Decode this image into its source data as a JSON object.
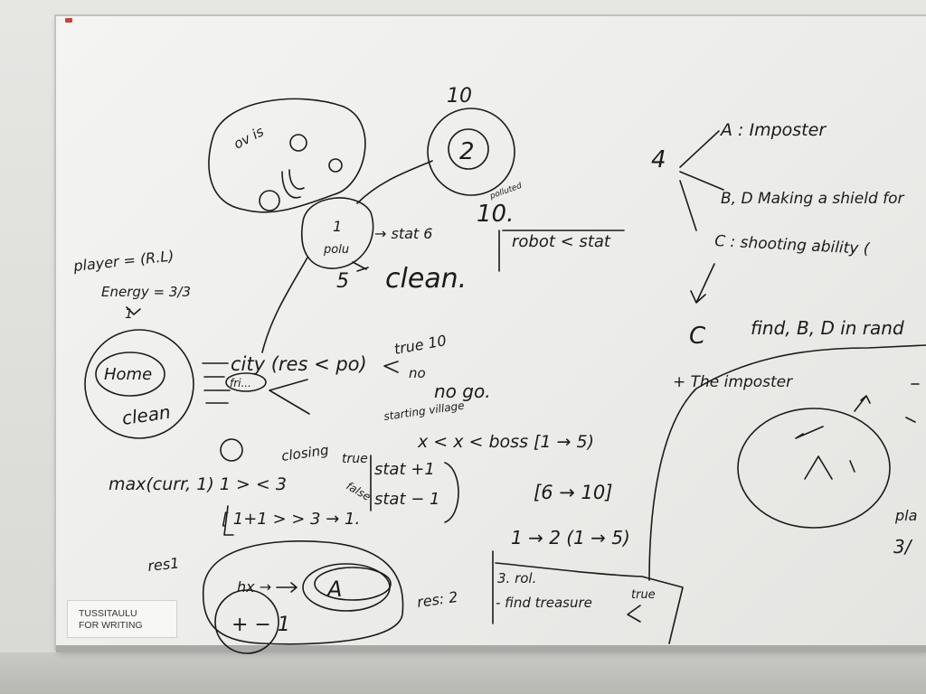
{
  "whiteboard": {
    "label": {
      "line1": "TUSSITAULU",
      "line2": "FOR WRITING"
    },
    "notes": {
      "ov_is": "ov is",
      "node_10_top": "10",
      "node_2": "2",
      "polluted": "polluted",
      "node_10_right": "10.",
      "robot_stat": "robot < stat",
      "node_1": "1",
      "polu": "polu",
      "stat6": "→ stat 6",
      "five": "5",
      "clean_top": "clean.",
      "player": "player = (R.L)",
      "energy": "Energy = 3/3",
      "one_mark": "1",
      "home": "Home",
      "clean_home": "clean",
      "city": "city (res < po)",
      "fri": "fri...",
      "true_10": "true 10",
      "no": "no",
      "no_go": "no go.",
      "starting_village": "starting village",
      "boss_range": "x < x < boss  [1 → 5)",
      "range_6_10": "[6 → 10]",
      "range_1_2": "1 → 2  (1 → 5)",
      "closing": "closing",
      "true_short": "true",
      "false_short": "false",
      "stat_plus": "stat +1",
      "stat_minus": "stat − 1",
      "max_curr": "max(curr, 1)   1 > < 3",
      "one_plus_one": "[ 1+1 > > 3 → 1.",
      "res1": "res1",
      "hx_a": "hx →",
      "a_letter": "A",
      "plus_minus_1": "+ − 1",
      "res2": "res: 2",
      "rol": "3. rol.",
      "find_treasure": "- find treasure",
      "true_small": "true",
      "four": "4",
      "a_imposter": "A : Imposter",
      "bd_shield": "B, D Making a shield for",
      "c_shooting": "C : shooting ability (",
      "c_letter": "C",
      "find_bd": "find, B, D in rand",
      "plus_imposter": "+ The imposter",
      "pla": "pla",
      "three_slash": "3/"
    }
  }
}
